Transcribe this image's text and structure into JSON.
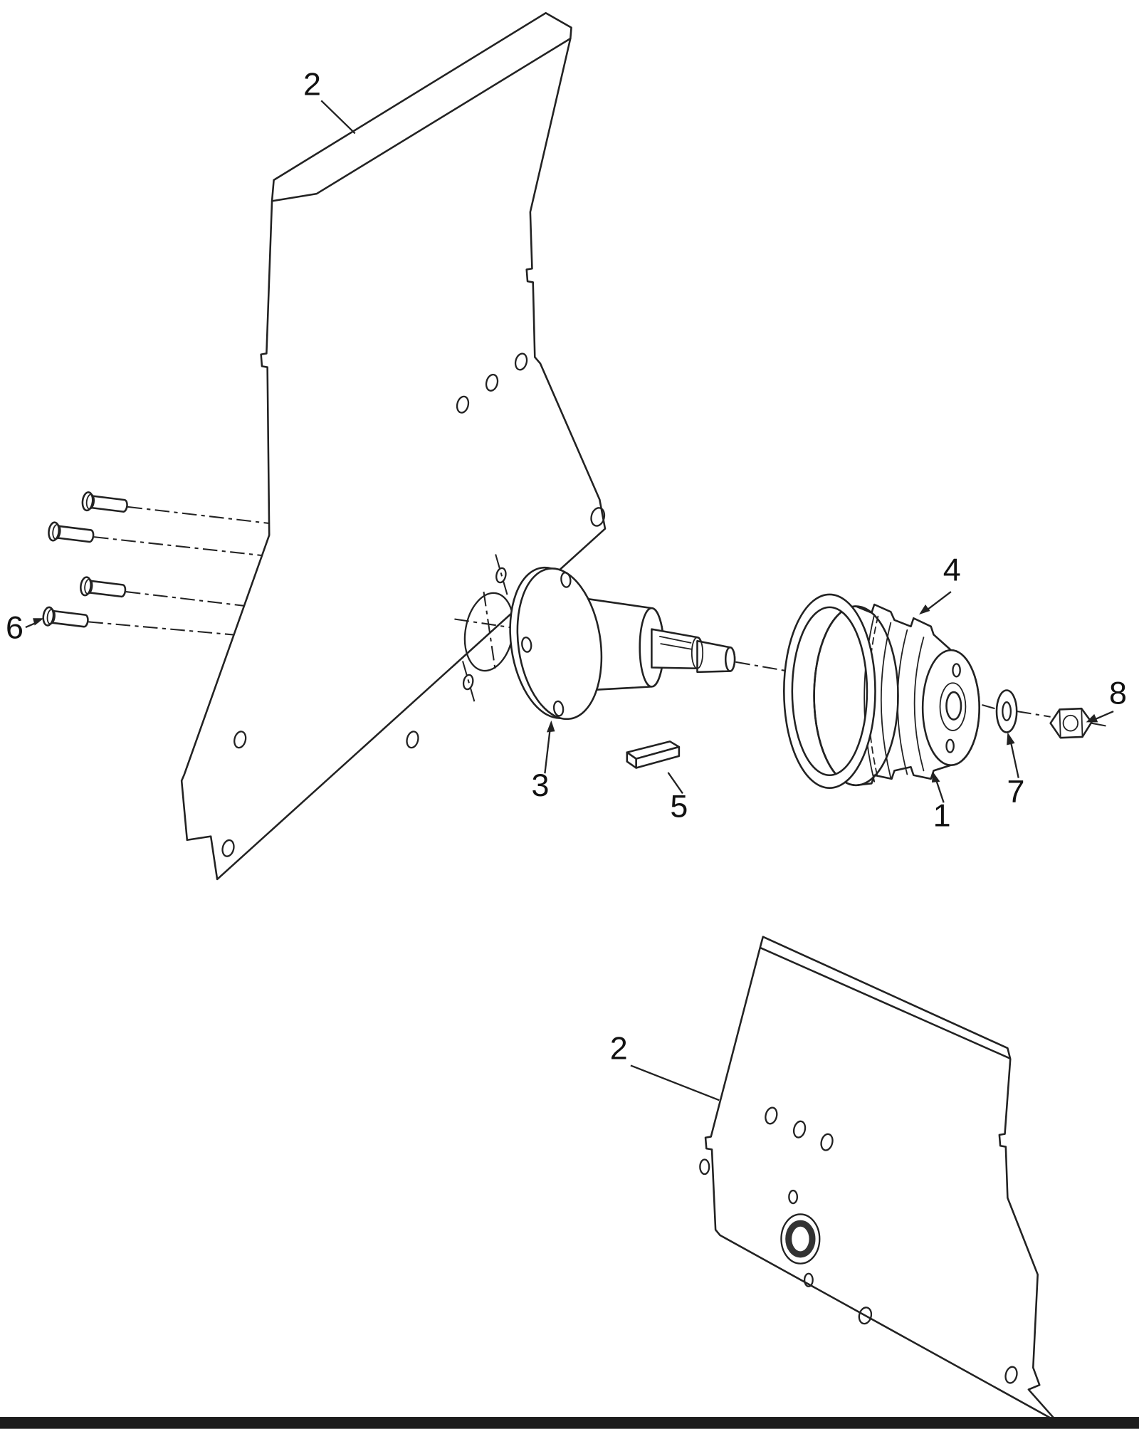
{
  "figure_type": "exploded-parts-diagram",
  "colors": {
    "line": "#222222",
    "background": "#ffffff",
    "footer_bar": "#1d1d1d"
  },
  "callout_labels": {
    "plate_upper": "2",
    "bolts": "6",
    "hub": "3",
    "key": "5",
    "ring": "4",
    "rotor": "1",
    "washer": "7",
    "nut": "8",
    "plate_lower": "2"
  }
}
